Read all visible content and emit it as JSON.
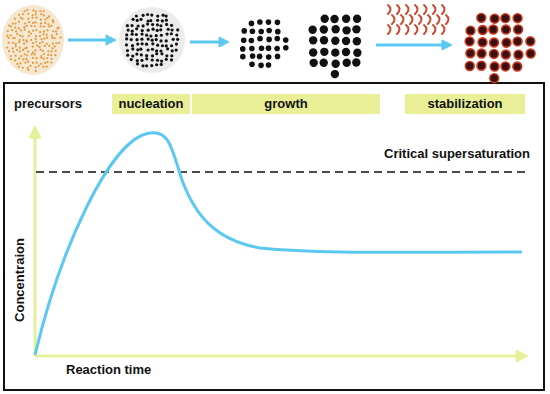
{
  "diagram": {
    "nodes": [
      {
        "text": [
          "nucleation"
        ]
      },
      {
        "text": [
          "growth"
        ]
      },
      {
        "text": [
          "stabilization"
        ]
      }
    ],
    "labels": [
      "precursors",
      "Critical supersaturation",
      "Concentraion",
      "Reaction time"
    ]
  }
}
